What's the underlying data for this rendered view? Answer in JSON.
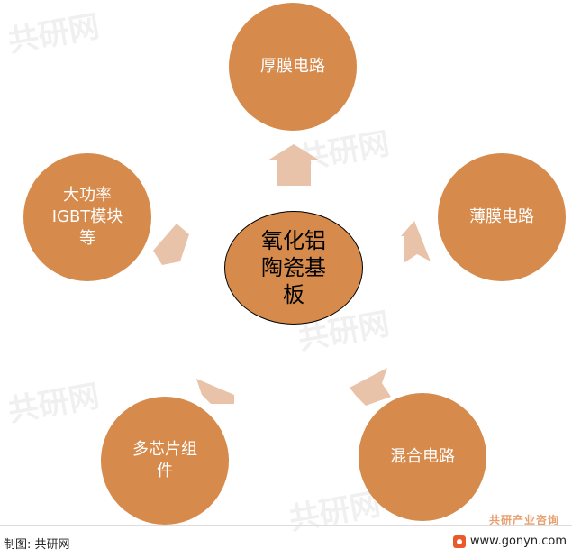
{
  "center": {
    "lines": [
      "氧化铝",
      "陶瓷基",
      "板"
    ]
  },
  "nodes": {
    "top": {
      "lines": [
        "厚膜电路"
      ]
    },
    "right_upper": {
      "lines": [
        "薄膜电路"
      ]
    },
    "right_lower": {
      "lines": [
        "混合电路"
      ]
    },
    "left_lower": {
      "lines": [
        "多芯片组",
        "件"
      ]
    },
    "left_upper": {
      "lines": [
        "大功率",
        "IGBT模块",
        "等"
      ]
    }
  },
  "footer": {
    "source_label": "制图: 共研网",
    "site": "www.gonyn.com",
    "watermark_label": "共研产业咨询"
  },
  "watermark_text": "共研网",
  "colors": {
    "node_fill": "#D68A4B",
    "arrow_fill": "#E8C3AA",
    "center_text": "#000000",
    "node_text": "#FFFFFF",
    "logo": "#E85A2A"
  }
}
